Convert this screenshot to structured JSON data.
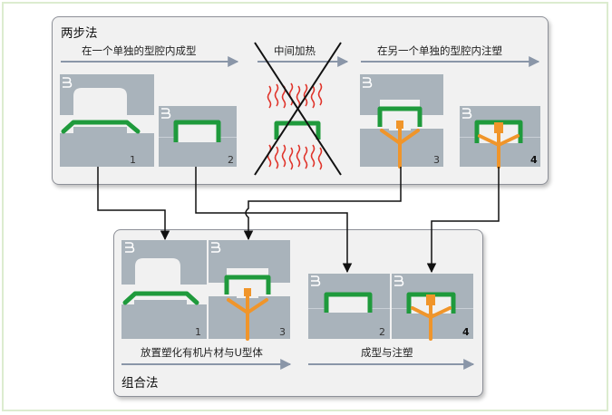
{
  "top_panel": {
    "title": "两步法",
    "label_left": "在一个单独的型腔内成型",
    "label_middle": "中间加热",
    "label_right": "在另一个单独的型腔内注塑"
  },
  "bottom_panel": {
    "title": "组合法",
    "label_left": "放置塑化有机片材与U型体",
    "label_right": "成型与注塑"
  },
  "step_numbers": [
    "1",
    "2",
    "3",
    "4"
  ],
  "colors": {
    "mold_gray": "#a9b3bb",
    "green_part": "#1f9a3c",
    "orange_runner": "#f0952a",
    "heat_red": "#e0332a",
    "arrow_gray": "#8a96a8",
    "connector": "#111111"
  },
  "icons": [
    "mold-logo-icon"
  ]
}
